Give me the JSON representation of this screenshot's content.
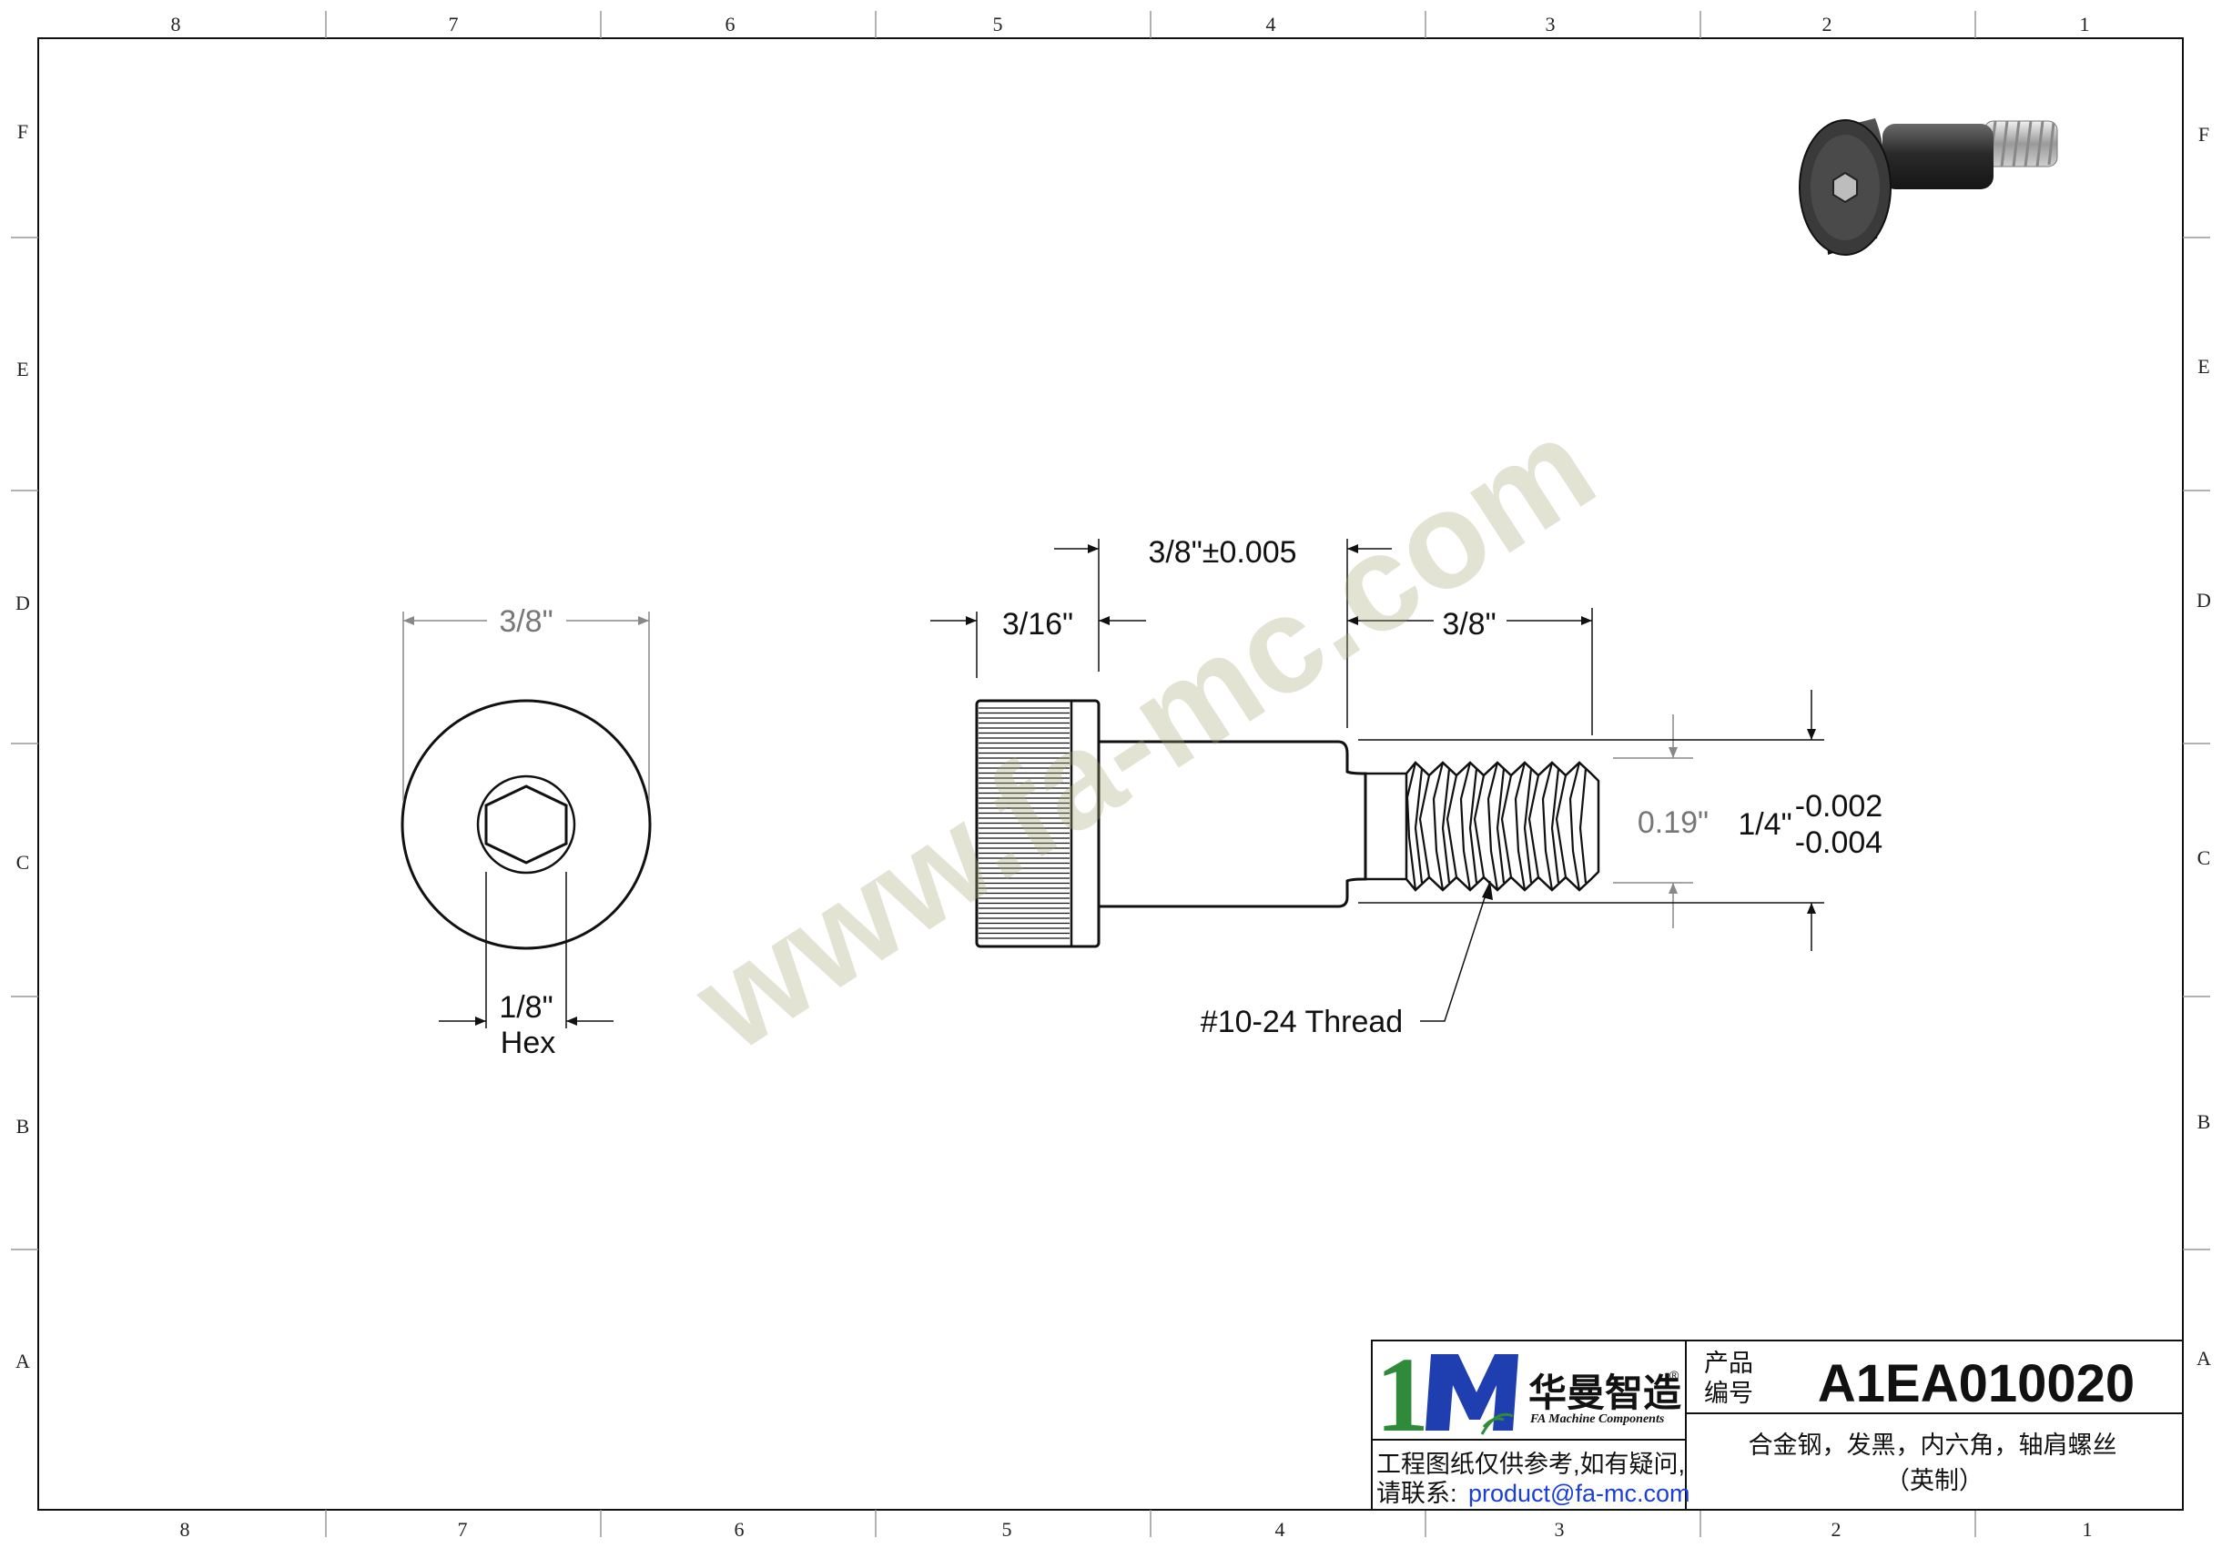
{
  "drawing": {
    "zones_columns": [
      "8",
      "7",
      "6",
      "5",
      "4",
      "3",
      "2",
      "1"
    ],
    "zones_rows": [
      "F",
      "E",
      "D",
      "C",
      "B",
      "A"
    ],
    "watermark": "www.fa-mc.com"
  },
  "end_view": {
    "diameter_label": "3/8\"",
    "hex_size_label": "1/8\"",
    "hex_word": "Hex"
  },
  "side_view": {
    "overall_length_label": "3/8\"±0.005",
    "head_length_label": "3/16\"",
    "thread_length_label": "3/8\"",
    "neck_diameter_label": "0.19\"",
    "shoulder_diameter_label": "1/4\"",
    "tolerance_upper": "-0.002",
    "tolerance_lower": "-0.004",
    "thread_callout": "#10-24 Thread"
  },
  "title_block": {
    "logo_letters": "1M",
    "brand_cn": "华曼智造",
    "brand_en": "FA Machine Components",
    "registered_mark": "®",
    "part_no_label_line1": "产品",
    "part_no_label_line2": "编号",
    "part_number": "A1EA010020",
    "disclaimer_line1": "工程图纸仅供参考,如有疑问,",
    "disclaimer_line2": "请联系:",
    "contact_email": "product@fa-mc.com",
    "description_line1": "合金钢，发黑，内六角，轴肩螺丝",
    "description_line2": "（英制）"
  },
  "colors": {
    "ink": "#111111",
    "dim_grey": "#777777",
    "logo_green": "#2f8a3a",
    "logo_blue": "#1f3fb0",
    "link_blue": "#1a3fd6",
    "watermark": "#a8a878"
  }
}
